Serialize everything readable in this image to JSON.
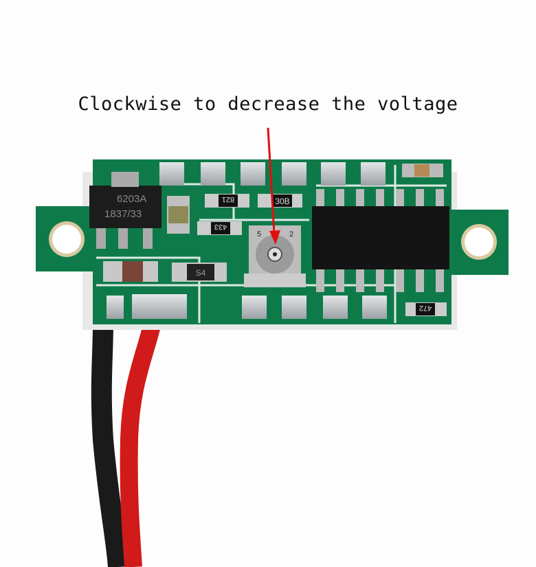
{
  "caption": "Clockwise to decrease the voltage",
  "markings": {
    "regulator_line1": "6203A",
    "regulator_line2": "1837/33",
    "resistor_a": "821",
    "resistor_b": "30B",
    "resistor_c": "433",
    "diode": "S4",
    "resistor_d": "472",
    "trimmer_left": "5",
    "trimmer_right": "2"
  },
  "colors": {
    "pcb": "#0e7a4a",
    "silk": "#dfe9e4",
    "arrow": "#e01010",
    "wire_red": "#d11a1a",
    "wire_black": "#1a1a1a"
  }
}
